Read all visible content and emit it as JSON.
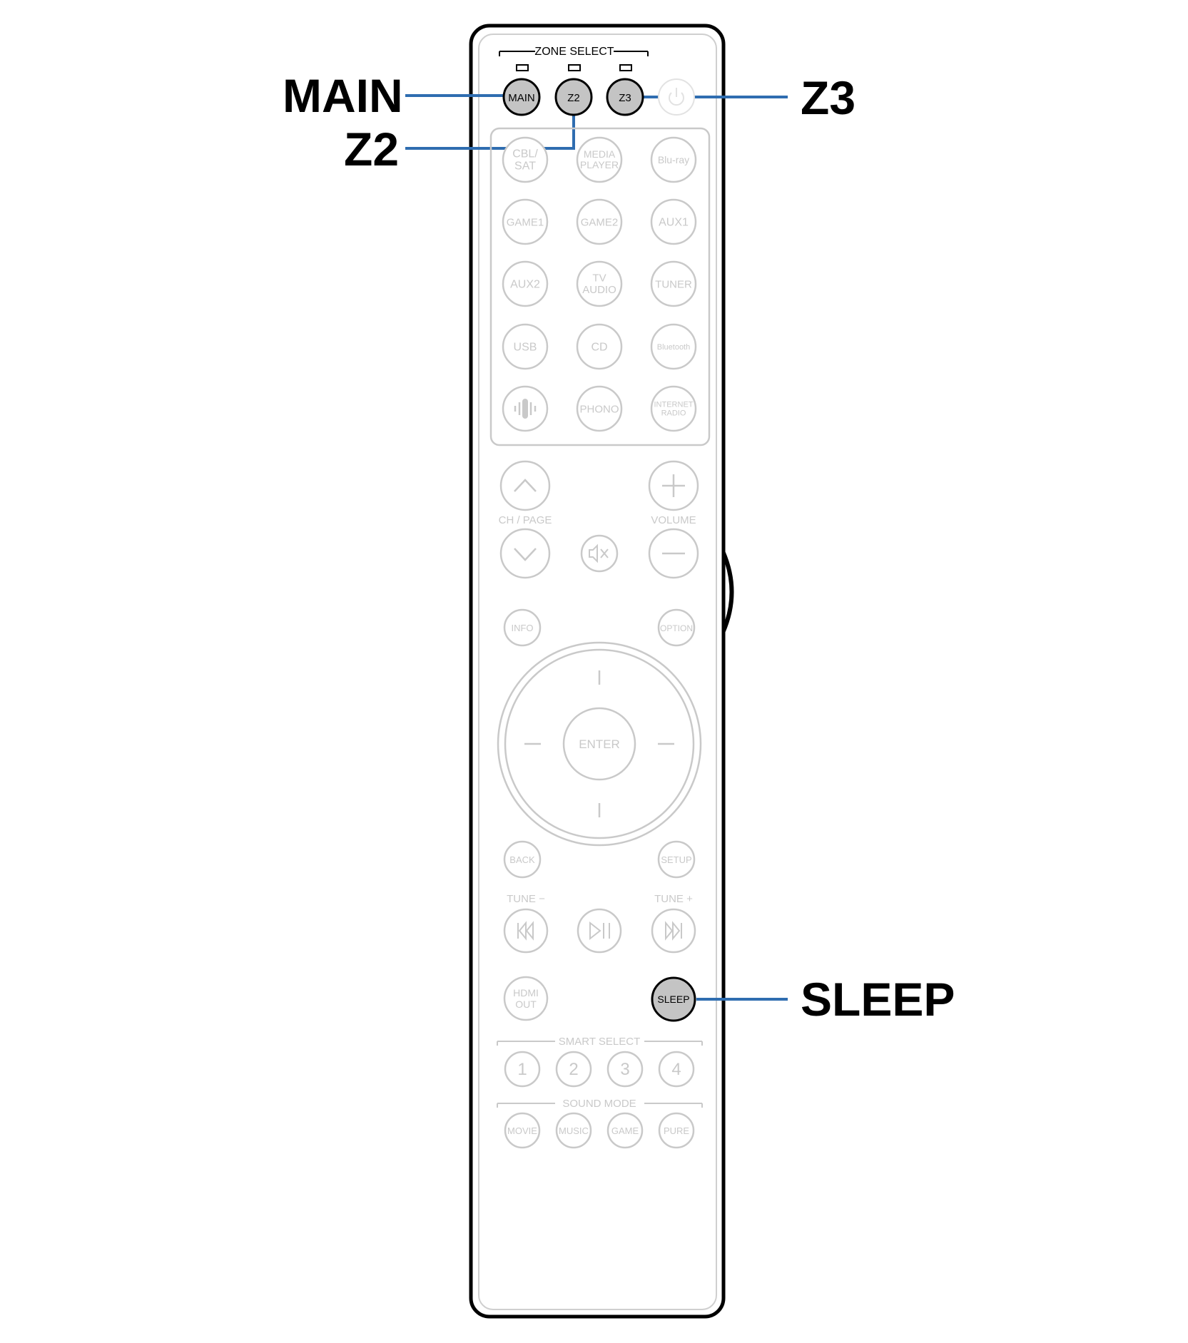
{
  "diagram": {
    "callouts": {
      "main": "MAIN",
      "z2": "Z2",
      "z3": "Z3",
      "sleep": "SLEEP"
    },
    "remote": {
      "zone_select_label": "ZONE SELECT",
      "zone_buttons": {
        "main": "MAIN",
        "z2": "Z2",
        "z3": "Z3"
      },
      "power_icon": "power-icon",
      "source_buttons": [
        [
          "CBL/ SAT",
          "MEDIA PLAYER",
          "Blu-ray"
        ],
        [
          "GAME1",
          "GAME2",
          "AUX1"
        ],
        [
          "AUX2",
          "TV AUDIO",
          "TUNER"
        ],
        [
          "USB",
          "CD",
          "Bluetooth"
        ],
        [
          "heos-icon",
          "PHONO",
          "INTERNET RADIO"
        ]
      ],
      "ch_page_label": "CH / PAGE",
      "volume_label": "VOLUME",
      "mute_icon": "mute-icon",
      "info_label": "INFO",
      "option_label": "OPTION",
      "enter_label": "ENTER",
      "back_label": "BACK",
      "setup_label": "SETUP",
      "tune_minus_label": "TUNE −",
      "tune_plus_label": "TUNE +",
      "hdmi_out_label": "HDMI OUT",
      "sleep_label": "SLEEP",
      "smart_select_label": "SMART SELECT",
      "smart_select_buttons": [
        "1",
        "2",
        "3",
        "4"
      ],
      "sound_mode_label": "SOUND MODE",
      "sound_mode_buttons": [
        "MOVIE",
        "MUSIC",
        "GAME",
        "PURE"
      ]
    },
    "colors": {
      "callout_line": "#2f6db0",
      "highlight_fill": "#c4c4c4",
      "faded": "#c9c9c9",
      "outline": "#000000"
    }
  }
}
